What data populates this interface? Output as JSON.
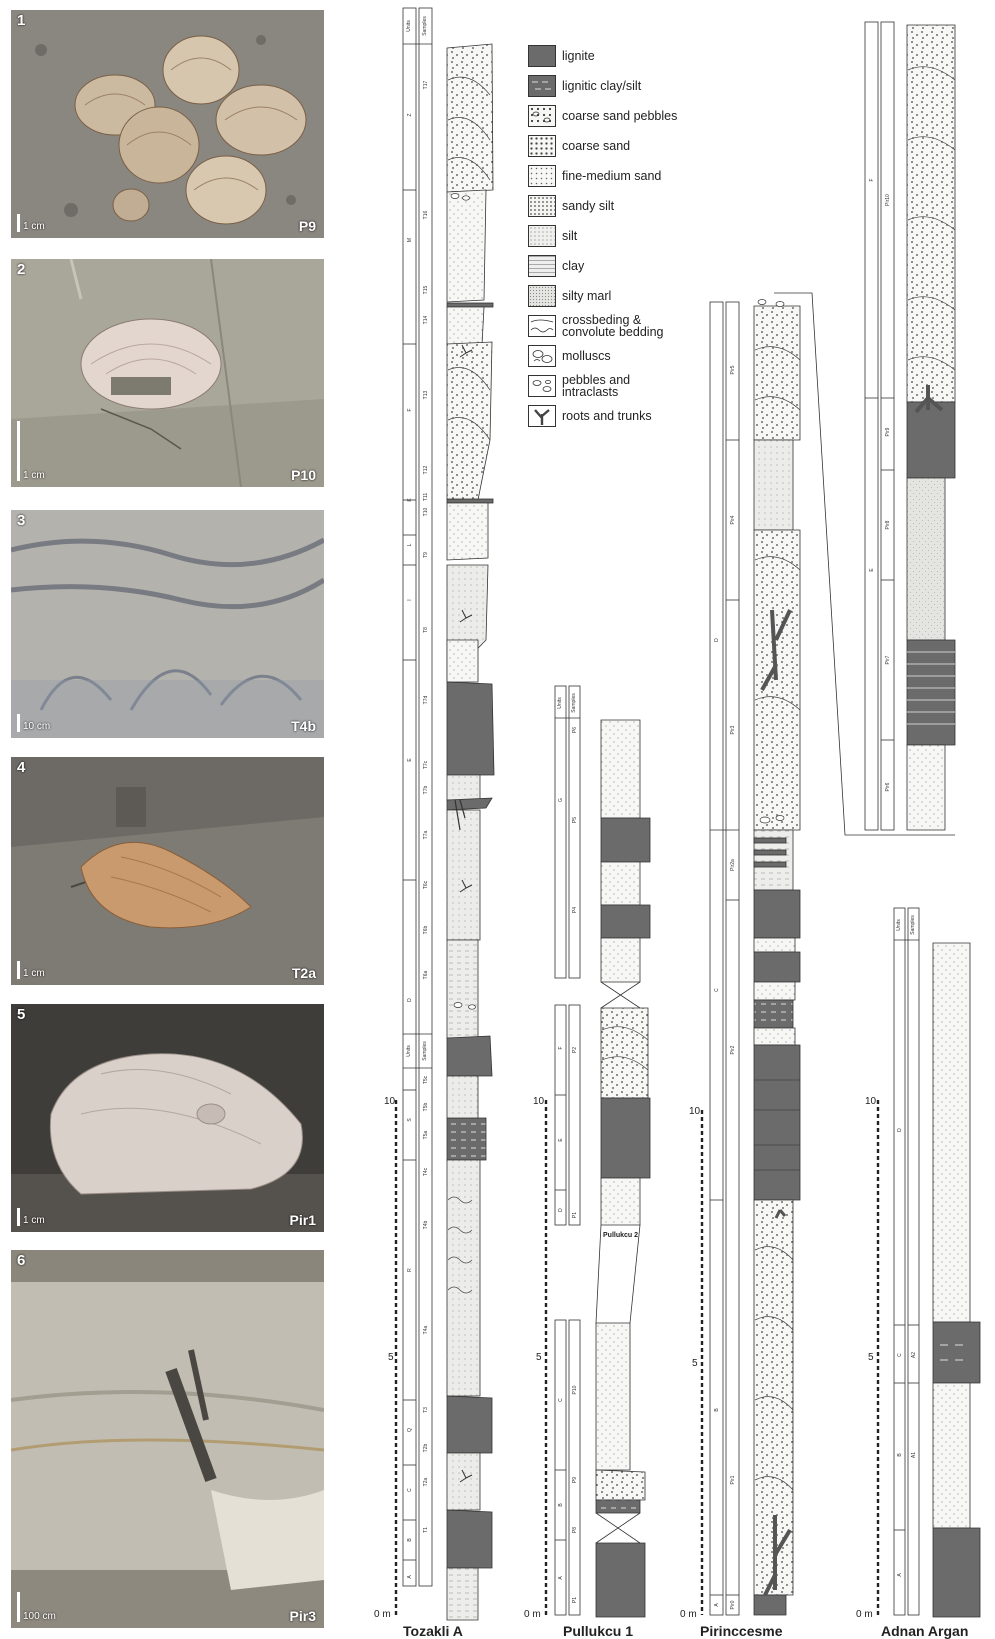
{
  "photos": [
    {
      "number": "1",
      "code": "P9",
      "scale": "1 cm"
    },
    {
      "number": "2",
      "code": "P10",
      "scale": "1 cm"
    },
    {
      "number": "3",
      "code": "T4b",
      "scale": "10 cm"
    },
    {
      "number": "4",
      "code": "T2a",
      "scale": "1 cm"
    },
    {
      "number": "5",
      "code": "Pir1",
      "scale": "1 cm"
    },
    {
      "number": "6",
      "code": "Pir3",
      "scale": "100 cm"
    }
  ],
  "legend": [
    {
      "label": "lignite",
      "swatch": "lignite"
    },
    {
      "label": "lignitic clay/silt",
      "swatch": "lignitic"
    },
    {
      "label": "coarse sand pebbles",
      "swatch": "coarse-pebbles"
    },
    {
      "label": "coarse sand",
      "swatch": "coarse"
    },
    {
      "label": "fine-medium sand",
      "swatch": "fine"
    },
    {
      "label": "sandy silt",
      "swatch": "sandy-silt"
    },
    {
      "label": "silt",
      "swatch": "silt"
    },
    {
      "label": "clay",
      "swatch": "clay"
    },
    {
      "label": "silty marl",
      "swatch": "marl"
    },
    {
      "label": "crossbeding & convolute bedding",
      "swatch": "cross"
    },
    {
      "label": "molluscs",
      "swatch": "molluscs"
    },
    {
      "label": "pebbles and intraclasts",
      "swatch": "pebbles"
    },
    {
      "label": "roots and trunks",
      "swatch": "roots"
    }
  ],
  "column_headers": {
    "units": "Units",
    "samples": "Samples"
  },
  "scale_labels": {
    "top": "10",
    "mid": "5",
    "base": "0 m"
  },
  "logs": {
    "tozakli": {
      "title": "Tozakli A",
      "units": [
        "Z",
        "M",
        "F",
        "K",
        "L",
        "I",
        "E",
        "D",
        "S",
        "R",
        "Q",
        "C",
        "B",
        "A"
      ],
      "samples": [
        "T17",
        "T16",
        "T15",
        "T14",
        "T13",
        "T12",
        "T11",
        "T10",
        "T9",
        "T8",
        "T7d",
        "T7c",
        "T7b",
        "T7a",
        "T6c",
        "T6b",
        "T6a",
        "T5c",
        "T5b",
        "T5a",
        "T4c",
        "T4b",
        "T4a",
        "T3",
        "T2b",
        "T2a",
        "T1"
      ]
    },
    "pullukcu1": {
      "title": "Pullukcu 1",
      "upper_units": [
        "G",
        "F",
        "E",
        "D"
      ],
      "upper_samples": [
        "P6",
        "P5",
        "P4",
        "P2",
        "P1"
      ],
      "lower_units": [
        "C",
        "B",
        "A"
      ],
      "lower_samples": [
        "P10",
        "P9",
        "P8",
        "P1"
      ],
      "section_label": "Pullukcu 2"
    },
    "pirinccesme": {
      "title": "Pirinccesme",
      "units": [
        "D",
        "C",
        "B",
        "A"
      ],
      "samples": [
        "Pir5",
        "Pir4",
        "Pir3",
        "Pir2a",
        "Pir2",
        "Pir1",
        "Pir0"
      ],
      "inset_units": [
        "F",
        "E"
      ],
      "inset_samples": [
        "Pir10",
        "Pir9",
        "Pir8",
        "Pir7",
        "Pir6"
      ]
    },
    "adnan": {
      "title": "Adnan Argan",
      "units": [
        "D",
        "C",
        "B",
        "A"
      ],
      "samples": [
        "A2",
        "A1"
      ]
    }
  },
  "colors": {
    "lignite": "#6b6b6b",
    "outline": "#333333",
    "sand_fill": "#f7f7f5"
  }
}
